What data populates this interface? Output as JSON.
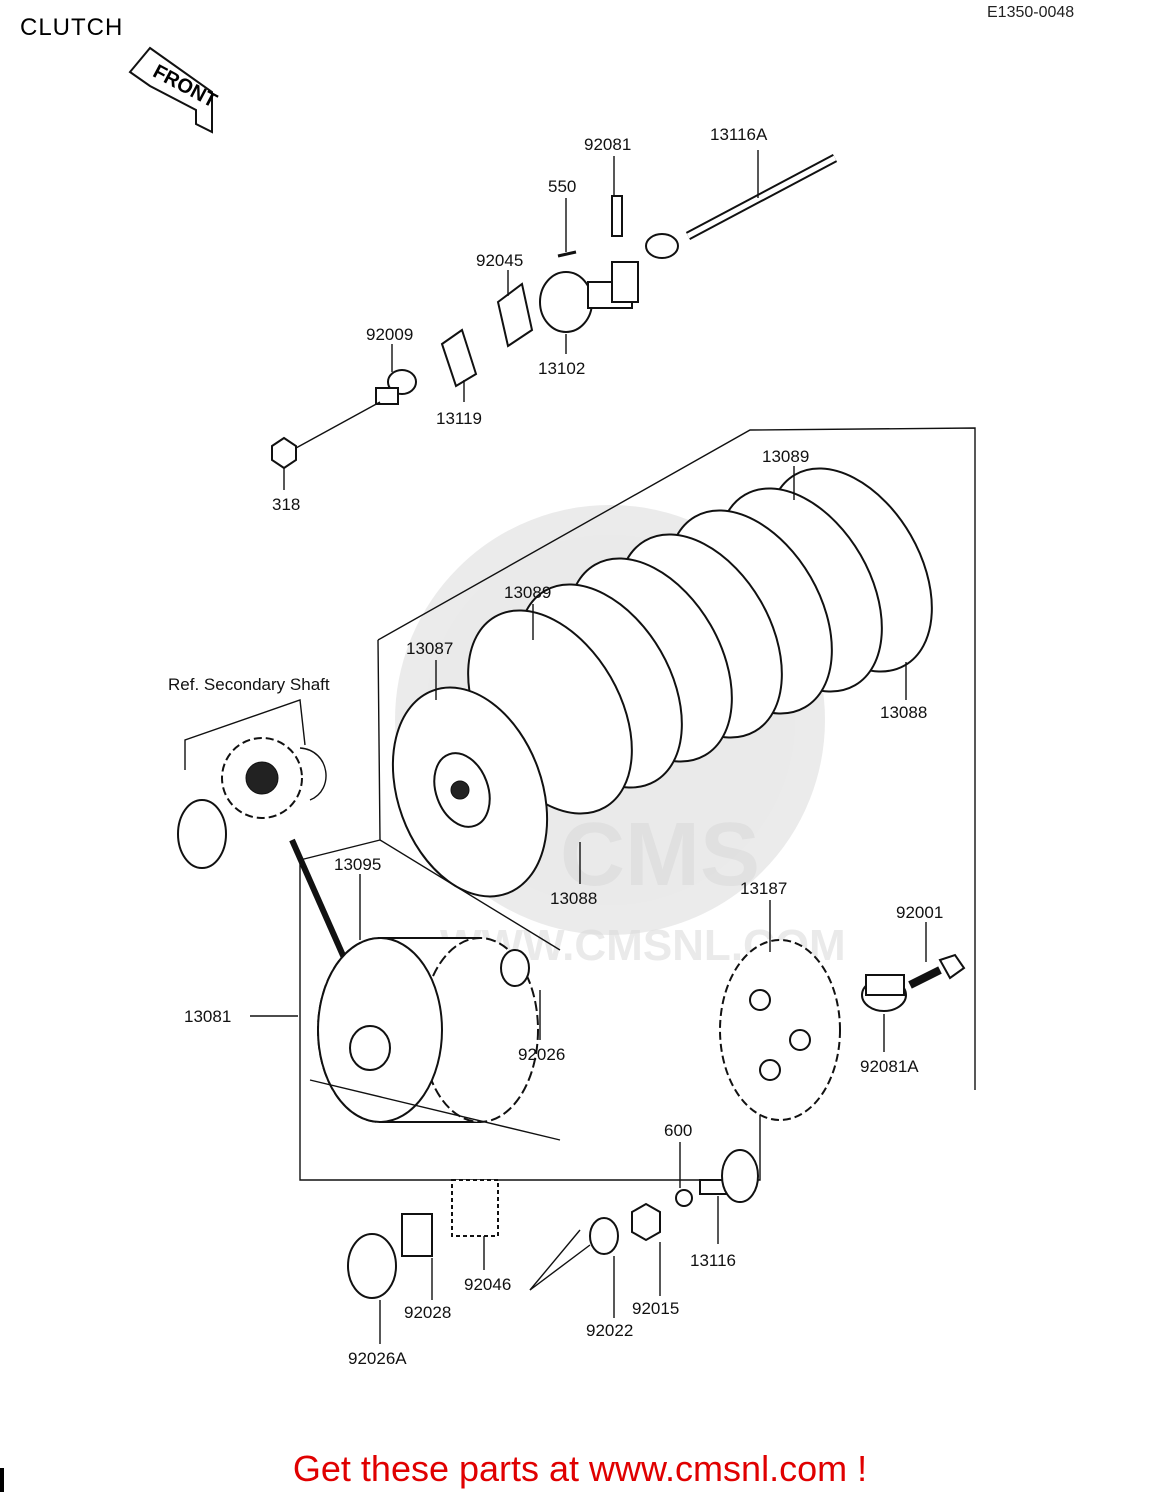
{
  "title": "CLUTCH",
  "diagram_code": "E1350-0048",
  "front_arrow_label": "FRONT",
  "reference_label": "Ref. Secondary Shaft",
  "watermark_text": "WWW.CMSNL.COM",
  "watermark_logo": "CMS",
  "part_labels": [
    "13116A",
    "92081",
    "550",
    "92045",
    "13102",
    "92009",
    "13119",
    "318",
    "13089",
    "13089",
    "13087",
    "13088",
    "13088",
    "13095",
    "13187",
    "92001",
    "13081",
    "92026",
    "92081A",
    "600",
    "13116",
    "92046",
    "92028",
    "92015",
    "92022",
    "92026A"
  ],
  "footer": "Get these parts at www.cmsnl.com !",
  "colors": {
    "footer": "#e00000",
    "watermark": "#d9d9d9"
  }
}
